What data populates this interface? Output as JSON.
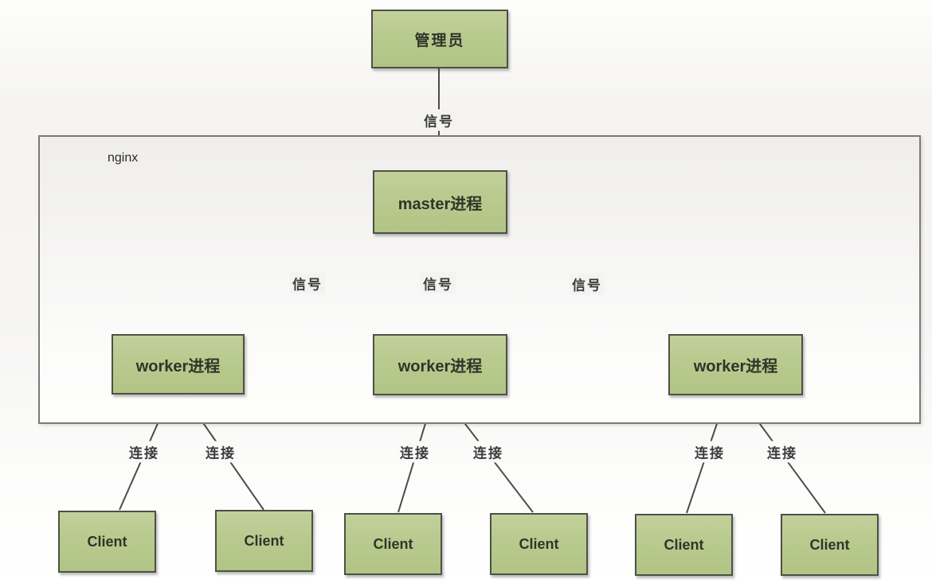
{
  "diagram": {
    "container_label": "nginx",
    "nodes": {
      "admin": "管理员",
      "master": "master进程"
    },
    "workers": [
      {
        "label": "worker进程"
      },
      {
        "label": "worker进程"
      },
      {
        "label": "worker进程"
      }
    ],
    "clients": [
      {
        "label": "Client"
      },
      {
        "label": "Client"
      },
      {
        "label": "Client"
      },
      {
        "label": "Client"
      },
      {
        "label": "Client"
      },
      {
        "label": "Client"
      }
    ],
    "edge_labels": {
      "signal_top": "信号",
      "signals": [
        "信号",
        "信号",
        "信号"
      ],
      "connections": [
        "连接",
        "连接",
        "连接",
        "连接",
        "连接",
        "连接"
      ]
    },
    "colors": {
      "node_fill": "#b8ca8e",
      "node_border": "#4d5046",
      "container_fill": "#f3f2f0",
      "container_border": "#7b7a78",
      "line": "#4c4c4a",
      "text": "#2f352a",
      "label_text": "#3b3b3b"
    }
  }
}
